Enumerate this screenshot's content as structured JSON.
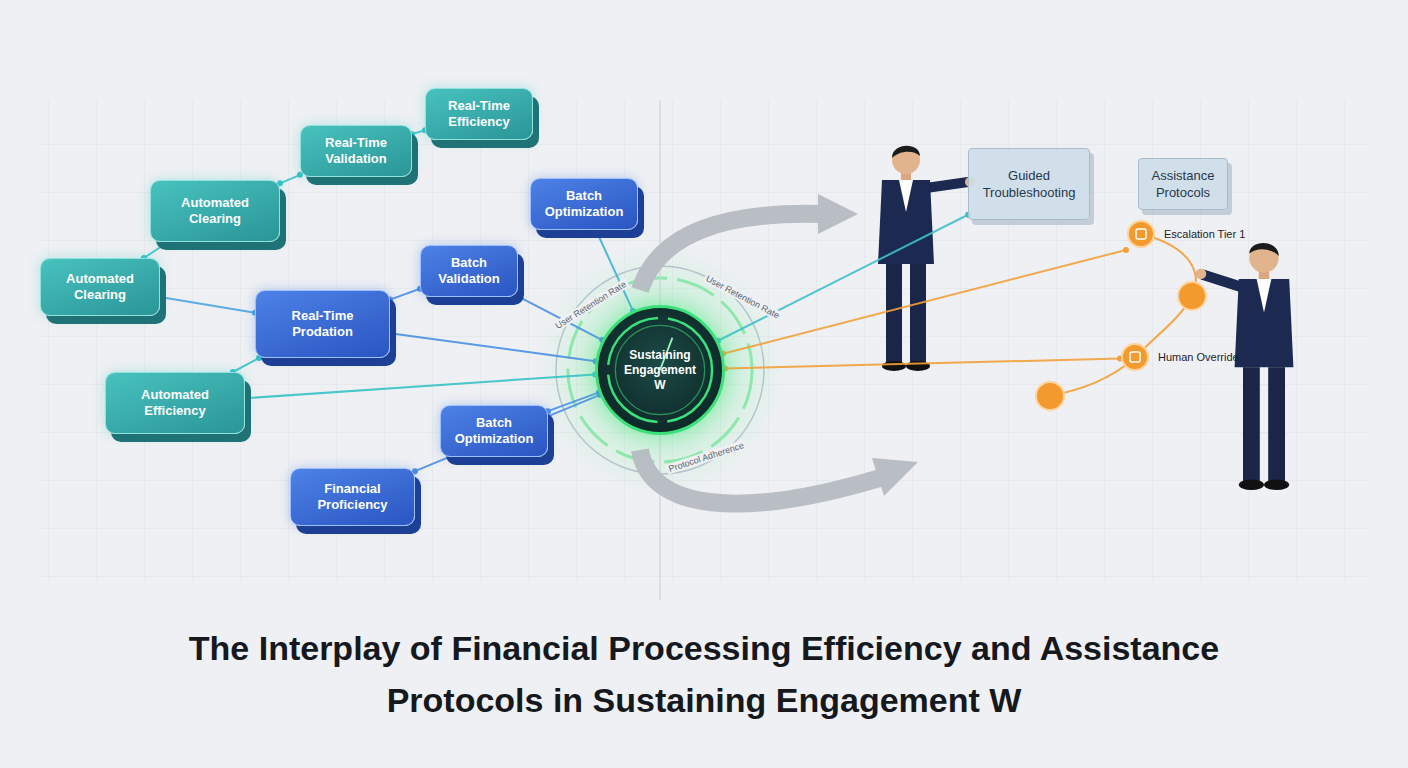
{
  "diagram": {
    "title": "The Interplay of Financial Processing Efficiency and Assistance Protocols in Sustaining Engagement W",
    "nodes": [
      {
        "text": [
          "Automated Clearing"
        ]
      },
      {
        "text": [
          "Automated Clearing"
        ]
      },
      {
        "text": [
          "Real-Time Validation"
        ]
      },
      {
        "text": [
          "Real-Time Efficiency"
        ]
      },
      {
        "text": [
          "Batch Optimization"
        ]
      },
      {
        "text": [
          "Batch Validation"
        ]
      },
      {
        "text": [
          "Real-Time Prodation"
        ]
      },
      {
        "text": [
          "Automated Efficiency"
        ]
      },
      {
        "text": [
          "Batch Optimization"
        ]
      },
      {
        "text": [
          "Financial Proficiency"
        ]
      },
      {
        "text": [
          "Sustaining Engagement W"
        ]
      },
      {
        "text": [
          "Guided Troubleshooting"
        ]
      },
      {
        "text": [
          "Assistance Protocols"
        ]
      },
      {
        "text": [
          "Escalation Tier 1"
        ]
      },
      {
        "text": [
          "Human Override"
        ]
      }
    ],
    "edges": [
      {
        "from": 0,
        "to": 1,
        "arrow": "none"
      },
      {
        "from": 1,
        "to": 2,
        "arrow": "none"
      },
      {
        "from": 2,
        "to": 3,
        "arrow": "none"
      },
      {
        "from": 0,
        "to": 6,
        "arrow": "none"
      },
      {
        "from": 6,
        "to": 5,
        "arrow": "none"
      },
      {
        "from": 6,
        "to": 10,
        "arrow": "none"
      },
      {
        "from": 5,
        "to": 10,
        "arrow": "none"
      },
      {
        "from": 4,
        "to": 10,
        "arrow": "none"
      },
      {
        "from": 7,
        "to": 10,
        "arrow": "none"
      },
      {
        "from": 8,
        "to": 10,
        "arrow": "none"
      },
      {
        "from": 9,
        "to": 10,
        "arrow": "none"
      },
      {
        "from": 7,
        "to": 6,
        "arrow": "none"
      },
      {
        "from": 10,
        "to": 11,
        "arrow": "none"
      },
      {
        "from": 10,
        "to": 13,
        "arrow": "none"
      },
      {
        "from": 10,
        "to": 14,
        "arrow": "none"
      }
    ],
    "labels": [
      "User Retention Rate",
      "User Retention Rate",
      "Protocol Adherence"
    ]
  }
}
